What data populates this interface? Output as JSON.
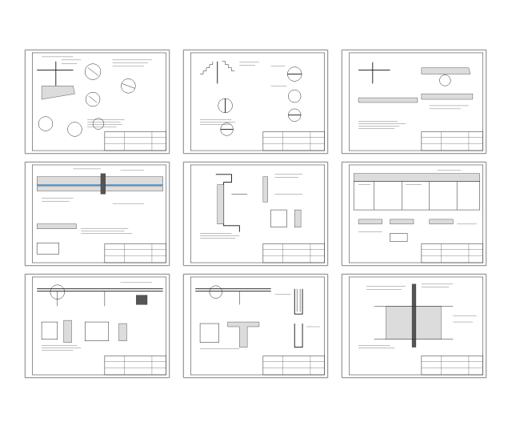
{
  "document": {
    "layout": {
      "columns": 3,
      "rows": 3,
      "sheet_count": 9
    },
    "sheets": [
      {
        "id": "sheet-1"
      },
      {
        "id": "sheet-2"
      },
      {
        "id": "sheet-3"
      },
      {
        "id": "sheet-4"
      },
      {
        "id": "sheet-5"
      },
      {
        "id": "sheet-6"
      },
      {
        "id": "sheet-7"
      },
      {
        "id": "sheet-8"
      },
      {
        "id": "sheet-9"
      }
    ],
    "colors": {
      "line": "#222222",
      "sheet_border": "#9a9a9a",
      "accent_blue": "#3b8fd6"
    }
  }
}
